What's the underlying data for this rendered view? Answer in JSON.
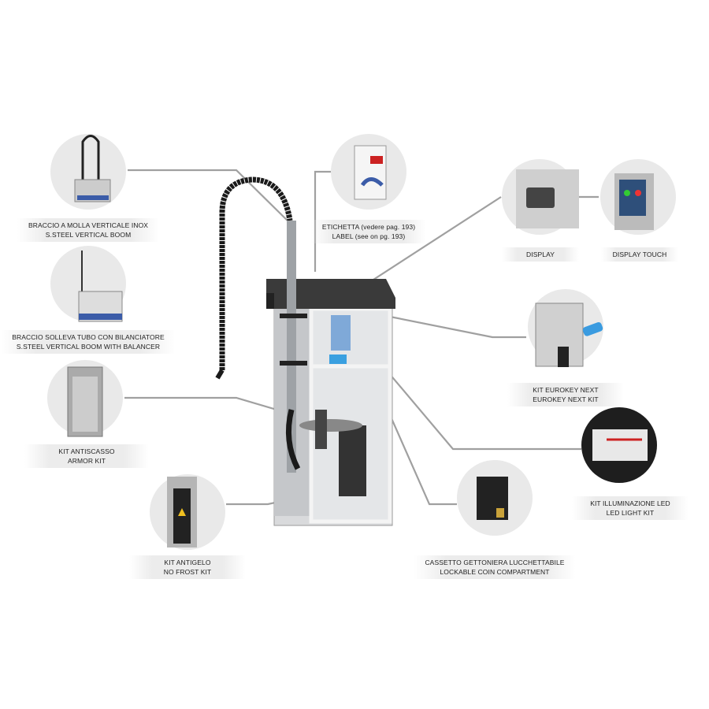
{
  "accessories": [
    {
      "id": "vertical-boom",
      "line1": "BRACCIO A MOLLA VERTICALE INOX",
      "line2": "S.STEEL VERTICAL BOOM"
    },
    {
      "id": "boom-balancer",
      "line1": "BRACCIO SOLLEVA TUBO CON BILANCIATORE",
      "line2": "S.STEEL VERTICAL BOOM  WITH BALANCER"
    },
    {
      "id": "armor-kit",
      "line1": "KIT ANTISCASSO",
      "line2": "ARMOR KIT"
    },
    {
      "id": "no-frost-kit",
      "line1": "KIT ANTIGELO",
      "line2": "NO FROST KIT"
    },
    {
      "id": "label",
      "line1": "ETICHETTA (vedere pag. 193)",
      "line2": "LABEL (see on pg. 193)"
    },
    {
      "id": "display",
      "line1": "DISPLAY"
    },
    {
      "id": "display-touch",
      "line1": "DISPLAY TOUCH"
    },
    {
      "id": "eurokey",
      "line1": "KIT EUROKEY NEXT",
      "line2": "EUROKEY NEXT KIT"
    },
    {
      "id": "led-kit",
      "line1": "KIT ILLUMINAZIONE LED",
      "line2": "LED LIGHT KIT"
    },
    {
      "id": "coin-compartment",
      "line1": "CASSETTO GETTONIERA LUCCHETTABILE",
      "line2": "LOCKABLE COIN COMPARTMENT"
    }
  ],
  "colors": {
    "circle": "#e9e9e9",
    "line": "#9a9a9a",
    "lid": "#3a3a3a",
    "frame": "#f2f2f2",
    "hose": "#1a1a1a"
  }
}
